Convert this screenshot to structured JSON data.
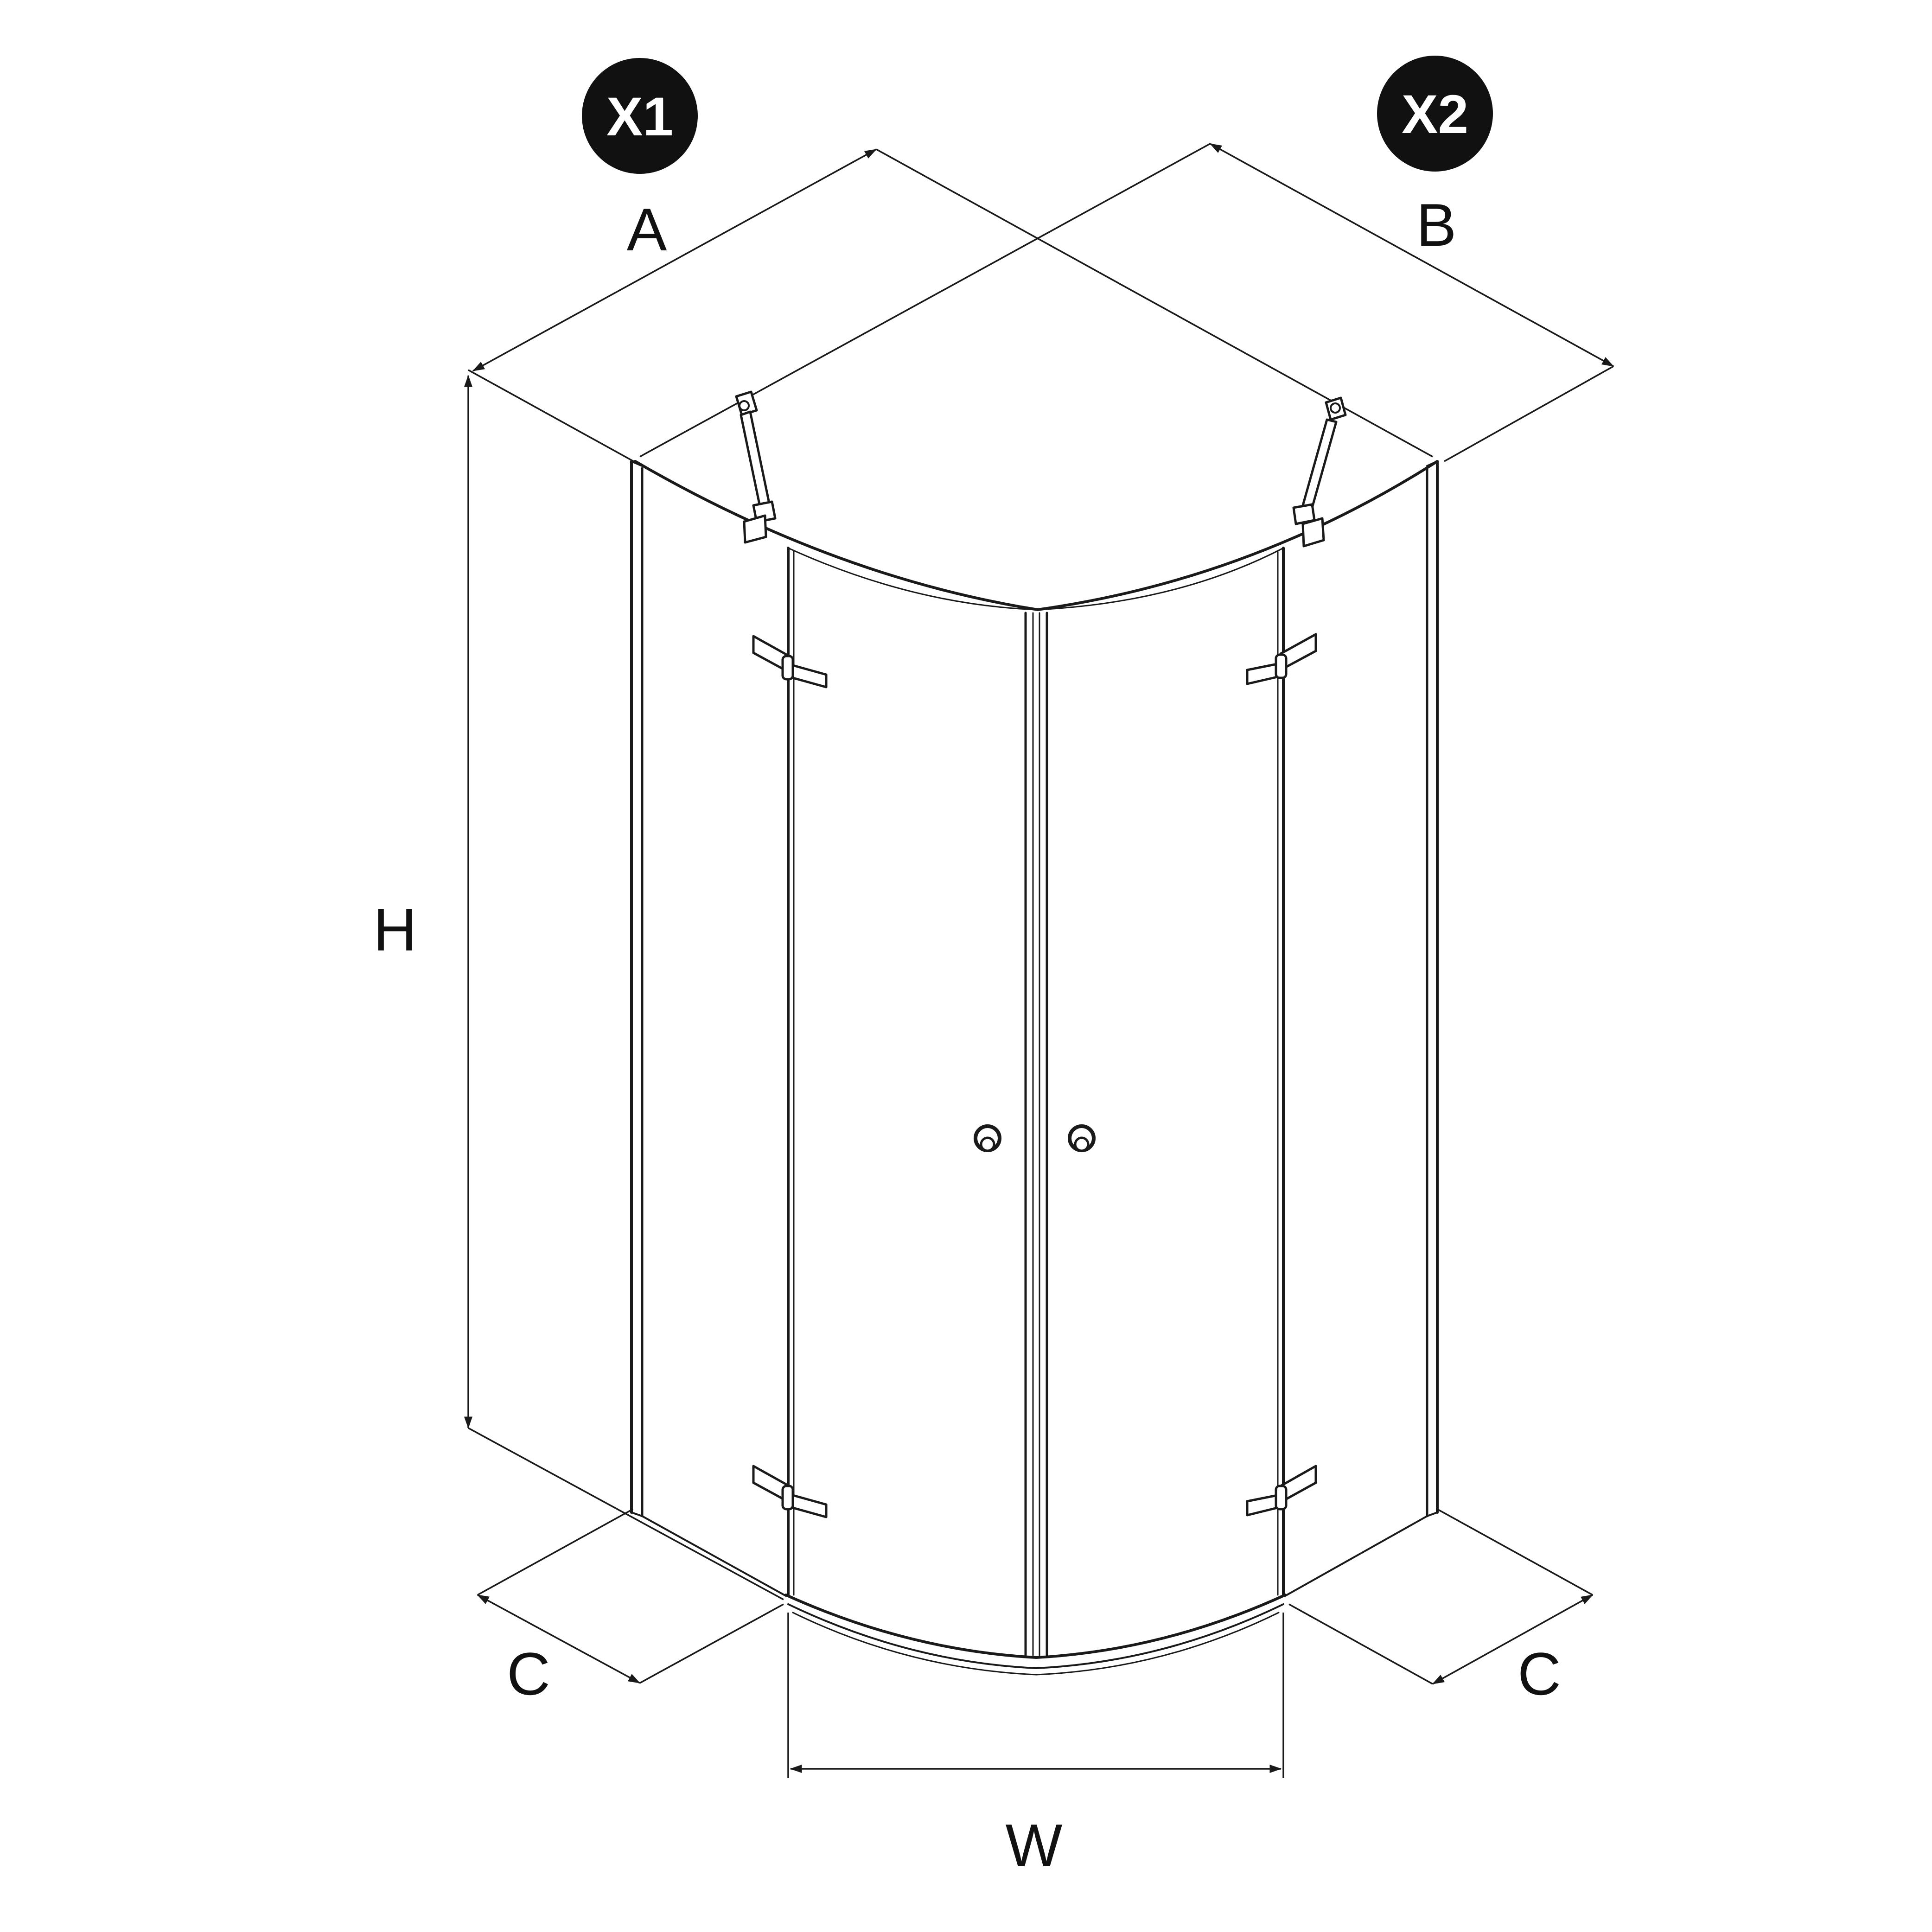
{
  "badges": [
    {
      "text": "X1"
    },
    {
      "text": "X2"
    }
  ],
  "dimensions": {
    "A": "A",
    "B": "B",
    "H": "H",
    "C_left": "C",
    "C_right": "C",
    "W": "W"
  },
  "colors": {
    "line": "#1a1a1a",
    "badge_fill": "#111111",
    "background": "#ffffff"
  }
}
